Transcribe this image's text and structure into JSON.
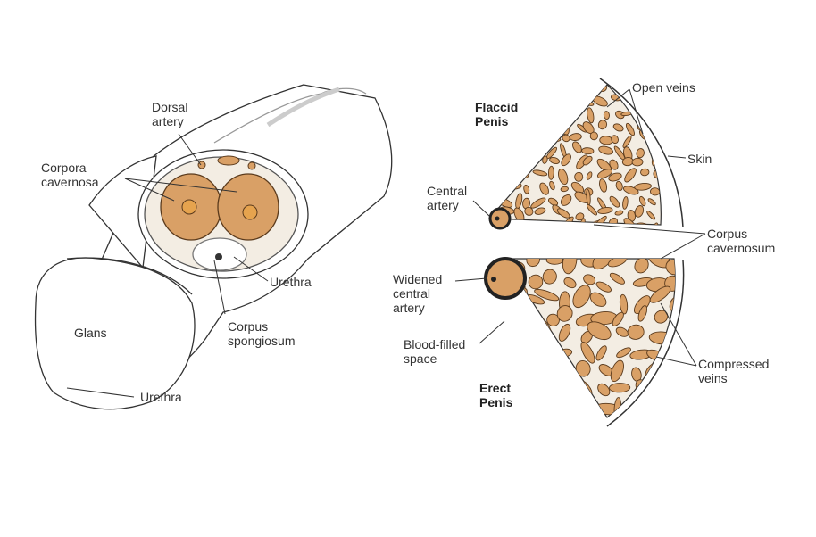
{
  "colors": {
    "tissue": "#d9a066",
    "outline": "#5a3a1c",
    "line": "#333333",
    "skin": "#f3ede3"
  },
  "left": {
    "dorsal_artery": "Dorsal\nartery",
    "corpora_cavernosa": "Corpora\ncavernosa",
    "urethra_section": "Urethra",
    "corpus_spongiosum": "Corpus\nspongiosum",
    "glans": "Glans",
    "urethra_glans": "Urethra"
  },
  "right": {
    "flaccid_title": "Flaccid\nPenis",
    "open_veins": "Open veins",
    "skin": "Skin",
    "central_artery": "Central\nartery",
    "corpus_cavernosum": "Corpus\ncavernosum",
    "widened_central_artery": "Widened\ncentral\nartery",
    "blood_filled_space": "Blood-filled\nspace",
    "compressed_veins": "Compressed\nveins",
    "erect_title": "Erect\nPenis"
  }
}
